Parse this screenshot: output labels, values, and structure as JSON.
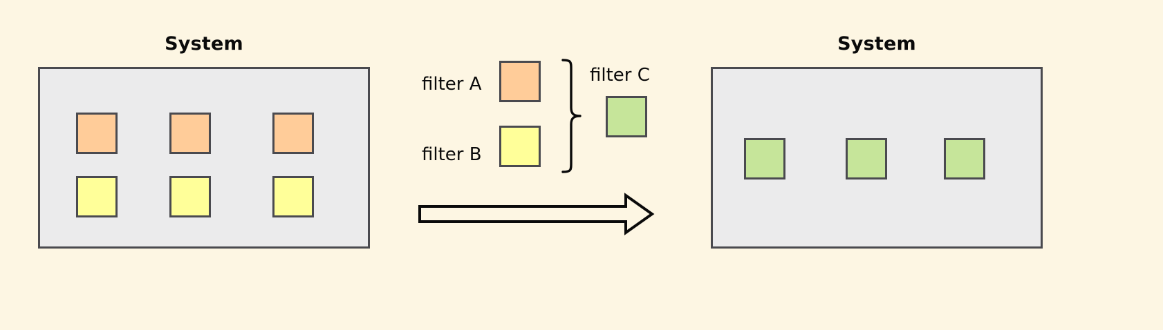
{
  "background_color": "#FDF6E3",
  "palette": {
    "panel_fill": "#EBEBEC",
    "stroke": "#4A4A4F",
    "filter_a_color": "#FFCC99",
    "filter_b_color": "#FFFF99",
    "filter_c_color": "#C6E59A",
    "arrow_stroke": "#0A0A0A",
    "arrow_fill": "#FDF6E3",
    "text_color": "#0A0A0A"
  },
  "left_panel": {
    "title": "System",
    "items": [
      {
        "row": 1,
        "col": 1,
        "type": "filter A",
        "color": "#FFCC99"
      },
      {
        "row": 1,
        "col": 2,
        "type": "filter A",
        "color": "#FFCC99"
      },
      {
        "row": 1,
        "col": 3,
        "type": "filter A",
        "color": "#FFCC99"
      },
      {
        "row": 2,
        "col": 1,
        "type": "filter B",
        "color": "#FFFF99"
      },
      {
        "row": 2,
        "col": 2,
        "type": "filter B",
        "color": "#FFFF99"
      },
      {
        "row": 2,
        "col": 3,
        "type": "filter B",
        "color": "#FFFF99"
      }
    ]
  },
  "legend": {
    "filter_a_label": "filter A",
    "filter_b_label": "filter B",
    "filter_c_label": "filter C",
    "brace": "}"
  },
  "transform_arrow": {
    "direction": "right",
    "label": ""
  },
  "right_panel": {
    "title": "System",
    "items": [
      {
        "row": 1,
        "col": 1,
        "type": "filter C",
        "color": "#C6E59A"
      },
      {
        "row": 1,
        "col": 2,
        "type": "filter C",
        "color": "#C6E59A"
      },
      {
        "row": 1,
        "col": 3,
        "type": "filter C",
        "color": "#C6E59A"
      }
    ]
  }
}
